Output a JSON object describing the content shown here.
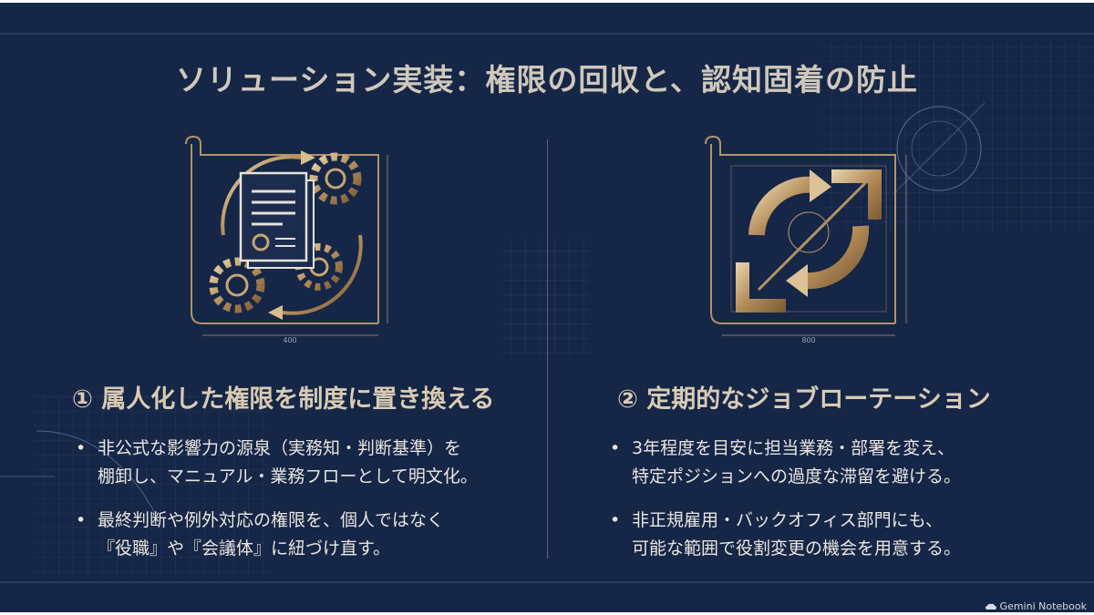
{
  "title": "ソリューション実装：権限の回収と、認知固着の防止",
  "left": {
    "icon": "document-gears-icon",
    "dimension_label": "400",
    "heading": "① 属人化した権限を制度に置き換える",
    "bullets": [
      {
        "line1": "非公式な影響力の源泉（実務知・判断基準）を",
        "line2": "棚卸し、マニュアル・業務フローとして明文化。"
      },
      {
        "line1": "最終判断や例外対応の権限を、個人ではなく",
        "line2": "『役職』や『会議体』に紐づけ直す。"
      }
    ]
  },
  "right": {
    "icon": "rotation-arrows-icon",
    "dimension_label": "800",
    "heading": "② 定期的なジョブローテーション",
    "bullets": [
      {
        "line1": "3年程度を目安に担当業務・部署を変え、",
        "line2": "特定ポジションへの過度な滞留を避ける。"
      },
      {
        "line1": "非正規雇用・バックオフィス部門にも、",
        "line2": "可能な範囲で役割変更の機会を用意する。"
      }
    ]
  },
  "watermark": "Gemini Notebook",
  "colors": {
    "background": "#152647",
    "gold": "#c8a878",
    "text": "#e9e6df"
  }
}
